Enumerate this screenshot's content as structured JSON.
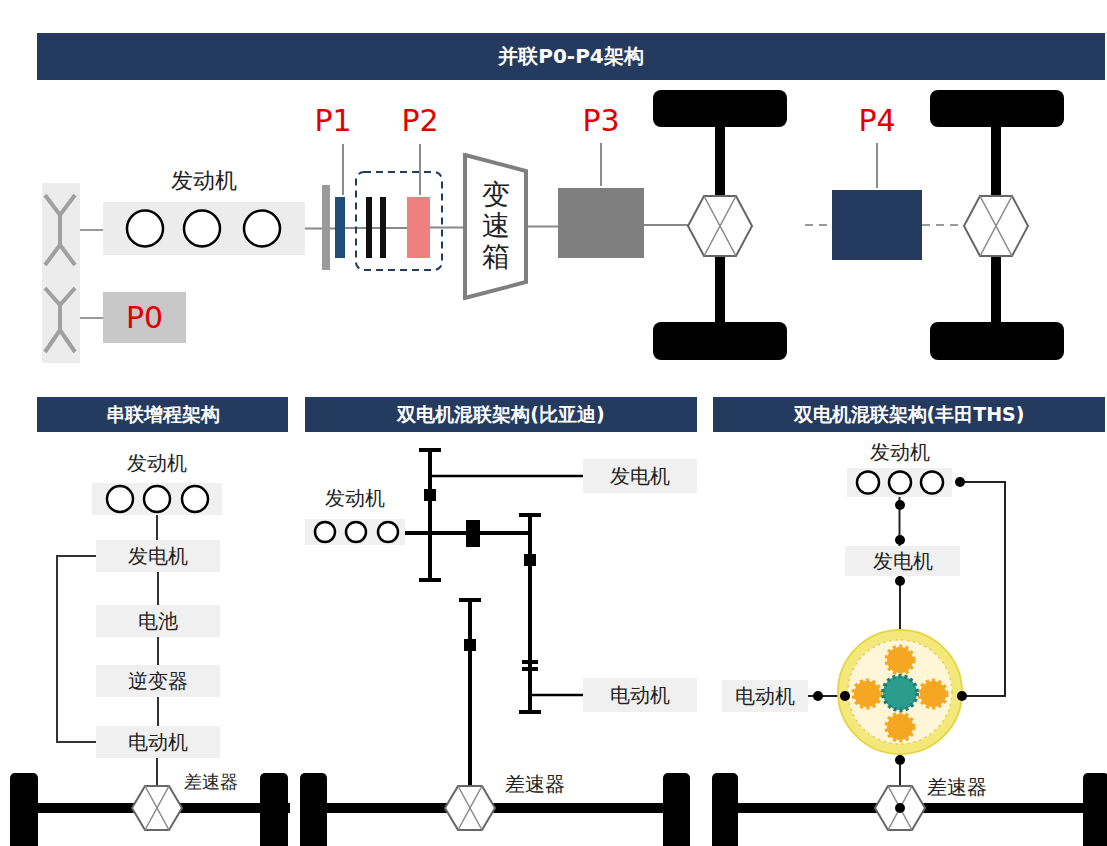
{
  "diagram": {
    "nodes": [
      {
        "text": [
          "并联P0-P4架构"
        ]
      },
      {
        "text": [
          "发动机"
        ]
      },
      {
        "text": [
          "P1"
        ]
      },
      {
        "text": [
          "P2"
        ]
      },
      {
        "text": [
          "变速箱"
        ]
      },
      {
        "text": [
          "P3"
        ]
      },
      {
        "text": [
          "P4"
        ]
      },
      {
        "text": [
          "P0"
        ]
      },
      {
        "text": [
          "串联增程架构"
        ]
      },
      {
        "text": [
          "发动机"
        ]
      },
      {
        "text": [
          "发电机"
        ]
      },
      {
        "text": [
          "电池"
        ]
      },
      {
        "text": [
          "逆变器"
        ]
      },
      {
        "text": [
          "电动机"
        ]
      },
      {
        "text": [
          "双电机混联架构(比亚迪)"
        ]
      },
      {
        "text": [
          "发动机"
        ]
      },
      {
        "text": [
          "发电机"
        ]
      },
      {
        "text": [
          "电动机"
        ]
      },
      {
        "text": [
          "双电机混联架构(丰田THS)"
        ]
      },
      {
        "text": [
          "发动机"
        ]
      },
      {
        "text": [
          "发电机"
        ]
      },
      {
        "text": [
          "电动机"
        ]
      }
    ],
    "edges": [
      {
        "from": 1,
        "to": 2,
        "arrow": "none"
      },
      {
        "from": 3,
        "to": 4,
        "arrow": "none"
      },
      {
        "from": 4,
        "to": 5,
        "arrow": "none"
      },
      {
        "from": 9,
        "to": 10,
        "arrow": "none"
      },
      {
        "from": 10,
        "to": 11,
        "arrow": "none"
      },
      {
        "from": 11,
        "to": 12,
        "arrow": "none"
      },
      {
        "from": 12,
        "to": 13,
        "arrow": "none"
      },
      {
        "from": 10,
        "to": 13,
        "arrow": "none"
      },
      {
        "from": 19,
        "to": 20,
        "arrow": "none"
      }
    ],
    "labels": [
      "差速器",
      "差速器",
      "差速器"
    ]
  }
}
